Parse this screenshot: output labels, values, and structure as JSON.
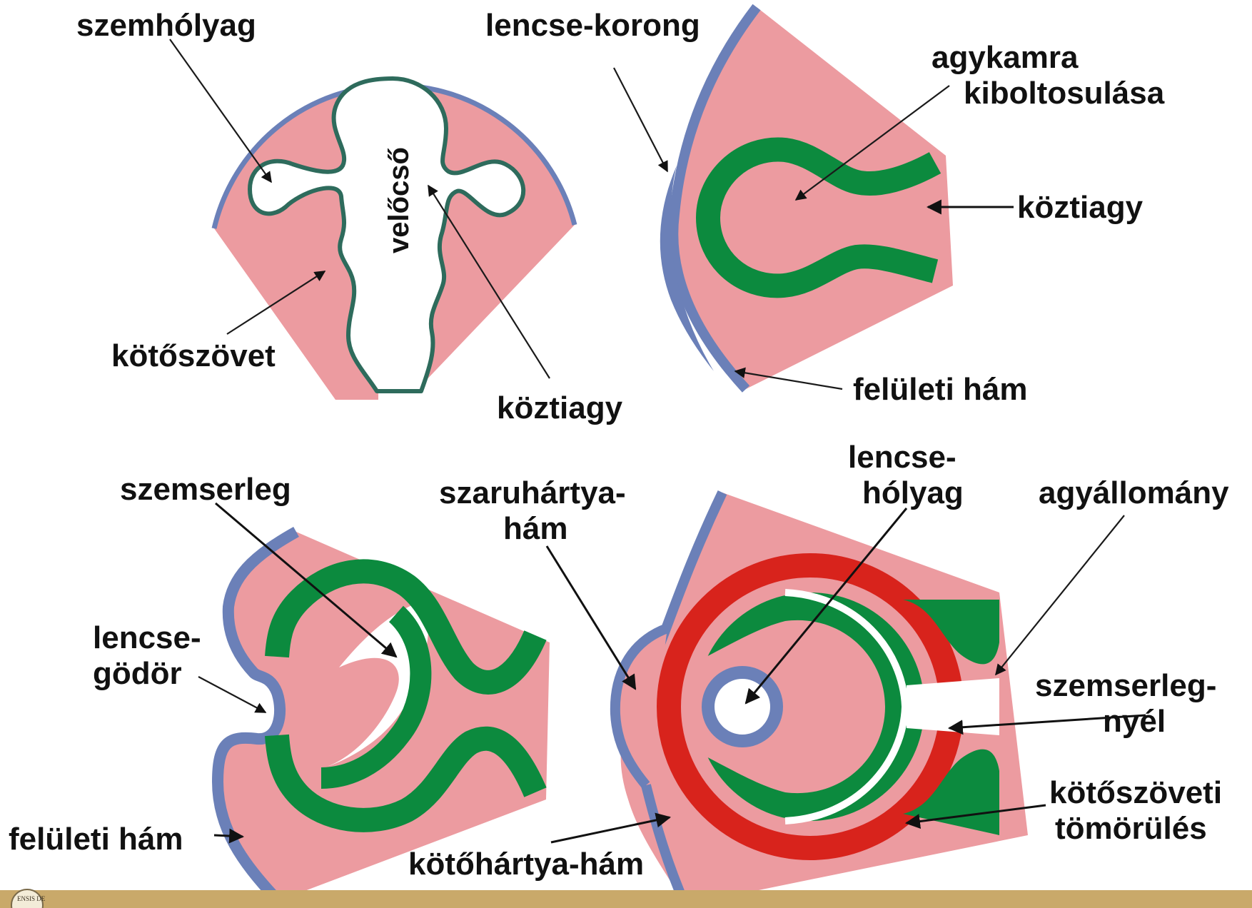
{
  "colors": {
    "tissue_pink": "#ec9ba0",
    "epithelium_blue": "#6b80b8",
    "neural_green": "#0c8a3e",
    "condensation_red": "#d8231c",
    "tube_outline": "#2e6b5c",
    "footer_tan": "#c9a96a"
  },
  "panel1": {
    "label_szemholyag": "szemhólyag",
    "label_velocso": "velőcső",
    "label_kotoszovet": "kötőszövet",
    "label_koztiagy": "köztiagy"
  },
  "panel2": {
    "label_lencse_korong": "lencse-korong",
    "label_agykamra_1": "agykamra",
    "label_agykamra_2": "kiboltosulása",
    "label_koztiagy": "köztiagy",
    "label_feluleti_ham": "felületi hám"
  },
  "panel3": {
    "label_szemserleg": "szemserleg",
    "label_lencsegodor_1": "lencse-",
    "label_lencsegodor_2": "gödör",
    "label_feluleti_ham": "felületi hám"
  },
  "panel4": {
    "label_szaruhartya_1": "szaruhártya-",
    "label_szaruhartya_2": "hám",
    "label_lencseholyag_1": "lencse-",
    "label_lencseholyag_2": "hólyag",
    "label_agyallomany": "agyállomány",
    "label_szemserlegnyel_1": "szemserleg-",
    "label_szemserlegnyel_2": "nyél",
    "label_kotoszoveti_1": "kötőszöveti",
    "label_kotoszoveti_2": "tömörülés",
    "label_kotohartya": "kötőhártya-hám"
  },
  "footer": {
    "seal_text": "ENSIS DE"
  }
}
